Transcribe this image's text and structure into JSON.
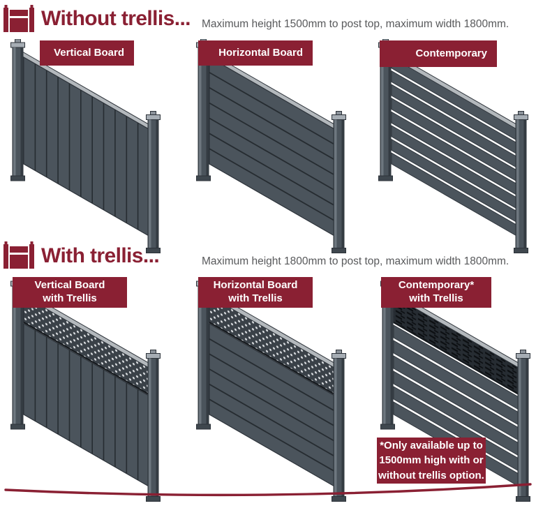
{
  "colors": {
    "accent": "#8a2033",
    "text_gray": "#58595b",
    "panel_slate": "#4b545c",
    "panel_edge": "#2d333a",
    "board_line": "#262c31",
    "top_rail": "#b3b8bc",
    "post_cap": "#a6adb4",
    "post_light": "#6e777f",
    "post_dark": "#343b42",
    "trellis_bg": "#3a4148",
    "trellis_dot": "#dfe2e5",
    "trellis_dark": "#262c32"
  },
  "sections": [
    {
      "title": "Without trellis...",
      "subtitle": "Maximum height 1500mm to post top, maximum width 1800mm.",
      "icon": "fence-icon",
      "panels": [
        {
          "label_line1": "Vertical Board",
          "label_line2": "",
          "style": "vertical-board"
        },
        {
          "label_line1": "Horizontal Board",
          "label_line2": "",
          "style": "horizontal-board"
        },
        {
          "label_line1": "Contemporary",
          "label_line2": "",
          "style": "contemporary"
        }
      ]
    },
    {
      "title": "With trellis...",
      "subtitle": "Maximum height 1800mm to post top, maximum width 1800mm.",
      "icon": "fence-icon",
      "panels": [
        {
          "label_line1": "Vertical Board",
          "label_line2": "with Trellis",
          "style": "vertical-board-trellis"
        },
        {
          "label_line1": "Horizontal Board",
          "label_line2": "with Trellis",
          "style": "horizontal-board-trellis"
        },
        {
          "label_line1": "Contemporary*",
          "label_line2": "with Trellis",
          "style": "contemporary-trellis"
        }
      ]
    }
  ],
  "note": {
    "line1": "*Only available up to",
    "line2": "1500mm high with or",
    "line3": "without trellis option."
  }
}
